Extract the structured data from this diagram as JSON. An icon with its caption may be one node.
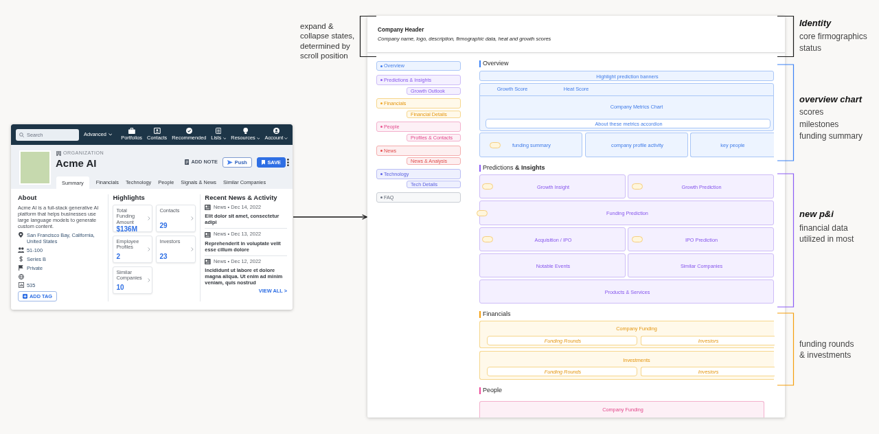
{
  "diagram": {
    "nodes": [
      {
        "text": [
          "Search",
          "Advanced",
          "Portfolios",
          "Contacts",
          "Recommended",
          "Lists",
          "Resources",
          "Account",
          "ORGANIZATION",
          "Acme AI",
          "ADD NOTE",
          "Push",
          "SAVE",
          "Summary",
          "Financials",
          "Technology",
          "People",
          "Signals & News",
          "Similar Companies",
          "About",
          "Acme AI is a full-stack generative AI platform that helps businesses use large language models to generate custom content.",
          "San Francisco Bay, California, United States",
          "51-100",
          "Series B",
          "Private",
          "535",
          "ADD TAG",
          "Highlights",
          "Total Funding Amount",
          "$136M",
          "Contacts",
          "29",
          "Employee Profiles",
          "2",
          "Investors",
          "23",
          "Similar Companies",
          "10",
          "Recent News & Activity",
          "News • Dec 14, 2022",
          "Elit dolor sit amet, consectetur adipi",
          "News • Dec 13, 2022",
          "Reprehenderit in voluptate velit esse cillum dolore",
          "News • Dec 12, 2022",
          "Incididunt ut labore et dolore magna aliqua. Ut enim ad minim veniam, quis nostrud",
          "VIEW ALL >"
        ]
      },
      {
        "text": [],
        "shape": "box"
      },
      {
        "text": [
          "Company Header",
          "Company name, logo, description, firmographic data, heat and growth scores"
        ],
        "in": 1
      },
      {
        "text": [
          "Overview"
        ],
        "in": 1
      },
      {
        "text": [
          "Predictions & Insights"
        ],
        "in": 1
      },
      {
        "text": [
          "Growth Outlook"
        ],
        "in": 1
      },
      {
        "text": [
          "Financials"
        ],
        "in": 1
      },
      {
        "text": [
          "Financial Details"
        ],
        "in": 1
      },
      {
        "text": [
          "People"
        ],
        "in": 1
      },
      {
        "text": [
          "Profiles & Contacts"
        ],
        "in": 1
      },
      {
        "text": [
          "News"
        ],
        "in": 1
      },
      {
        "text": [
          "News & Analysis"
        ],
        "in": 1
      },
      {
        "text": [
          "Technology"
        ],
        "in": 1
      },
      {
        "text": [
          "Tech Details"
        ],
        "in": 1
      },
      {
        "text": [
          "FAQ"
        ],
        "in": 1
      },
      {
        "text": [
          "Highlight prediction banners"
        ],
        "in": 1
      },
      {
        "text": [
          "Growth Score",
          "Heat Score",
          "Company Metrics Chart"
        ],
        "in": 1
      },
      {
        "text": [
          "About these metrics accordion"
        ],
        "in": 16
      },
      {
        "text": [
          "funding summary"
        ],
        "in": 1
      },
      {
        "text": [
          "company profile activity"
        ],
        "in": 1
      },
      {
        "text": [
          "key people"
        ],
        "in": 1
      },
      {
        "text": [
          "Growth Insight"
        ],
        "in": 1
      },
      {
        "text": [
          "Growth Prediction"
        ],
        "in": 1
      },
      {
        "text": [
          "Funding Prediction"
        ],
        "in": 1
      },
      {
        "text": [
          "Acquisition / IPO"
        ],
        "in": 1
      },
      {
        "text": [
          "IPO Prediction"
        ],
        "in": 1
      },
      {
        "text": [
          "Notable Events"
        ],
        "in": 1
      },
      {
        "text": [
          "Similar Companies"
        ],
        "in": 1
      },
      {
        "text": [
          "Products & Services"
        ],
        "in": 1
      },
      {
        "text": [
          "Company Funding"
        ],
        "in": 1
      },
      {
        "text": [
          "Funding Rounds"
        ],
        "in": 29
      },
      {
        "text": [
          "Investors"
        ],
        "in": 29
      },
      {
        "text": [
          "Investments"
        ],
        "in": 1
      },
      {
        "text": [
          "Funding Rounds"
        ],
        "in": 32
      },
      {
        "text": [
          "Investors"
        ],
        "in": 32
      },
      {
        "text": [
          "Company Funding"
        ],
        "in": 1
      }
    ],
    "edges": [
      {
        "from": 0,
        "to": 1,
        "arrow": "to"
      }
    ],
    "labels": [
      "expand & collapse states, determined by scroll position",
      "Overview",
      "Predictions **& Insights**",
      "Financials",
      "People",
      "Identity",
      "core firmographics",
      "status",
      "overview chart",
      "scores",
      "milestones",
      "funding summary",
      "new p&i",
      "financial data utilized in most",
      "funding rounds & investments"
    ]
  }
}
